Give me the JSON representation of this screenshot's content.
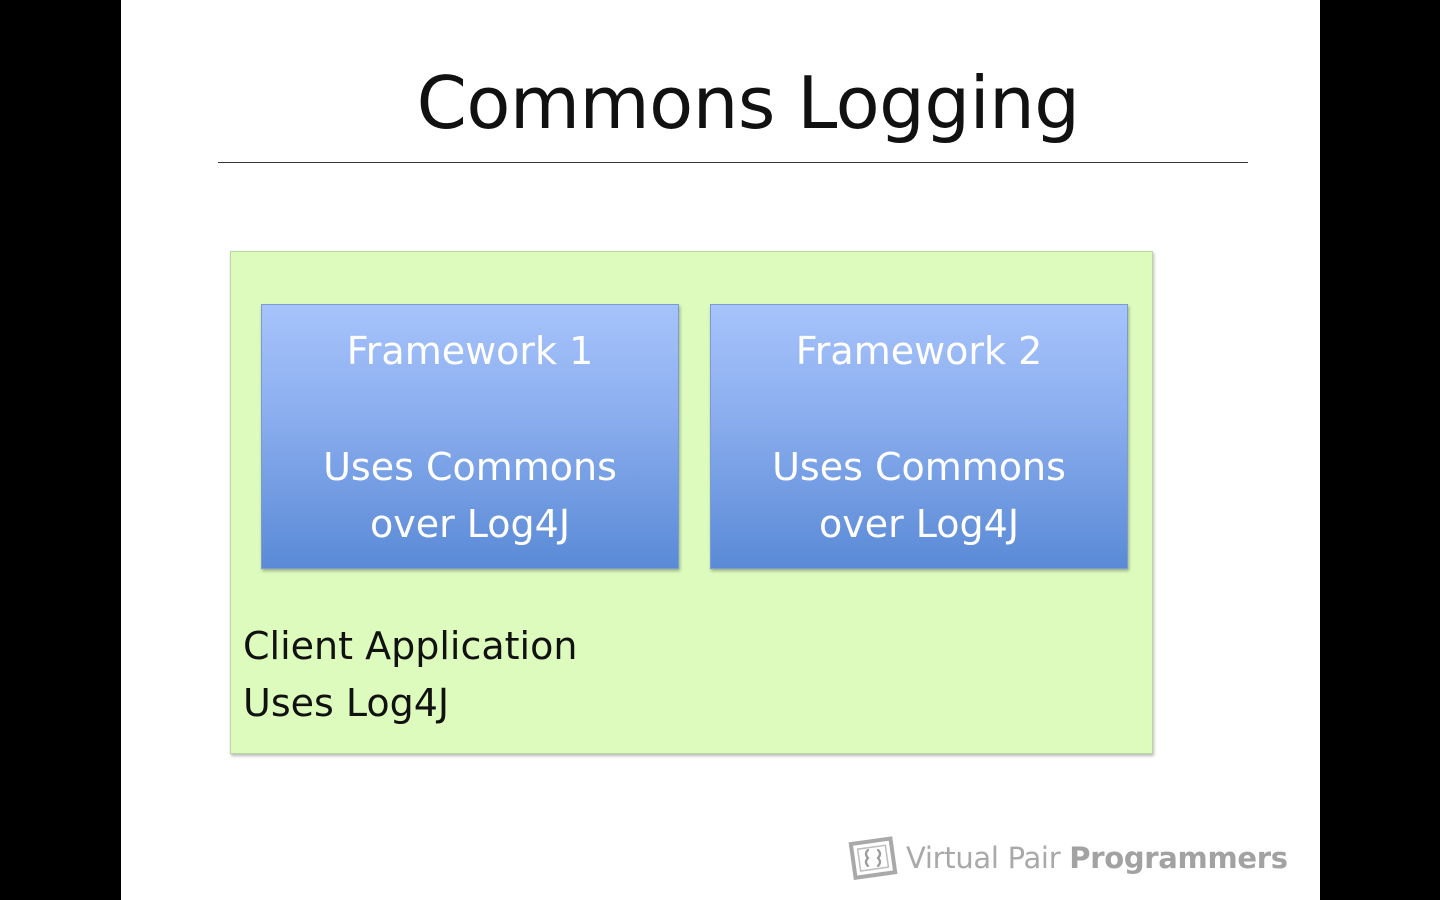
{
  "slide": {
    "title": "Commons Logging"
  },
  "diagram": {
    "client": {
      "line1": "Client Application",
      "line2": "Uses Log4J",
      "fill": "#dcfbbc"
    },
    "frameworks": [
      {
        "name": "Framework 1",
        "desc_line1": "Uses Commons",
        "desc_line2": "over Log4J"
      },
      {
        "name": "Framework 2",
        "desc_line1": "Uses Commons",
        "desc_line2": "over Log4J"
      }
    ],
    "framework_fill_top": "#a6c3fb",
    "framework_fill_bottom": "#5a8ad6"
  },
  "logo": {
    "icon": "vpp-logo-icon",
    "text_regular": "Virtual Pair",
    "text_bold": "Programmers"
  }
}
